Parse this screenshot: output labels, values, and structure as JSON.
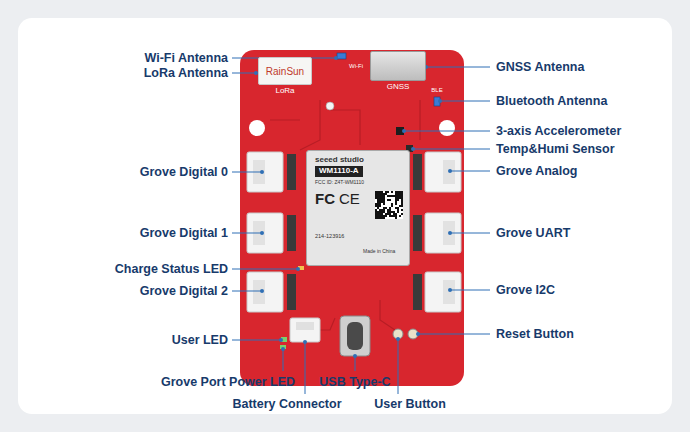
{
  "diagram": {
    "nodes": [
      {
        "text": [
          "RainSun",
          "LoRa"
        ]
      },
      {
        "text": [
          "GNSS"
        ]
      },
      {
        "text": [
          "seeed studio",
          "WM1110-A",
          "FCC ID: Z4T-WM1110",
          "FC",
          "CE",
          "214-123916",
          "Made in China"
        ]
      }
    ],
    "labels": [
      "Wi-Fi Antenna",
      "LoRa Antenna",
      "GNSS Antenna",
      "Bluetooth Antenna",
      "3-axis Accelerometer",
      "Temp&Humi Sensor",
      "Grove Digital 0",
      "Grove Analog",
      "Grove Digital 1",
      "Grove UART",
      "Charge Status LED",
      "Grove Digital 2",
      "Grove I2C",
      "Reset Button",
      "User LED",
      "Grove Port Power LED",
      "USB Type-C",
      "Battery Connector",
      "User Button",
      "Wi-Fi",
      "BLE"
    ]
  }
}
